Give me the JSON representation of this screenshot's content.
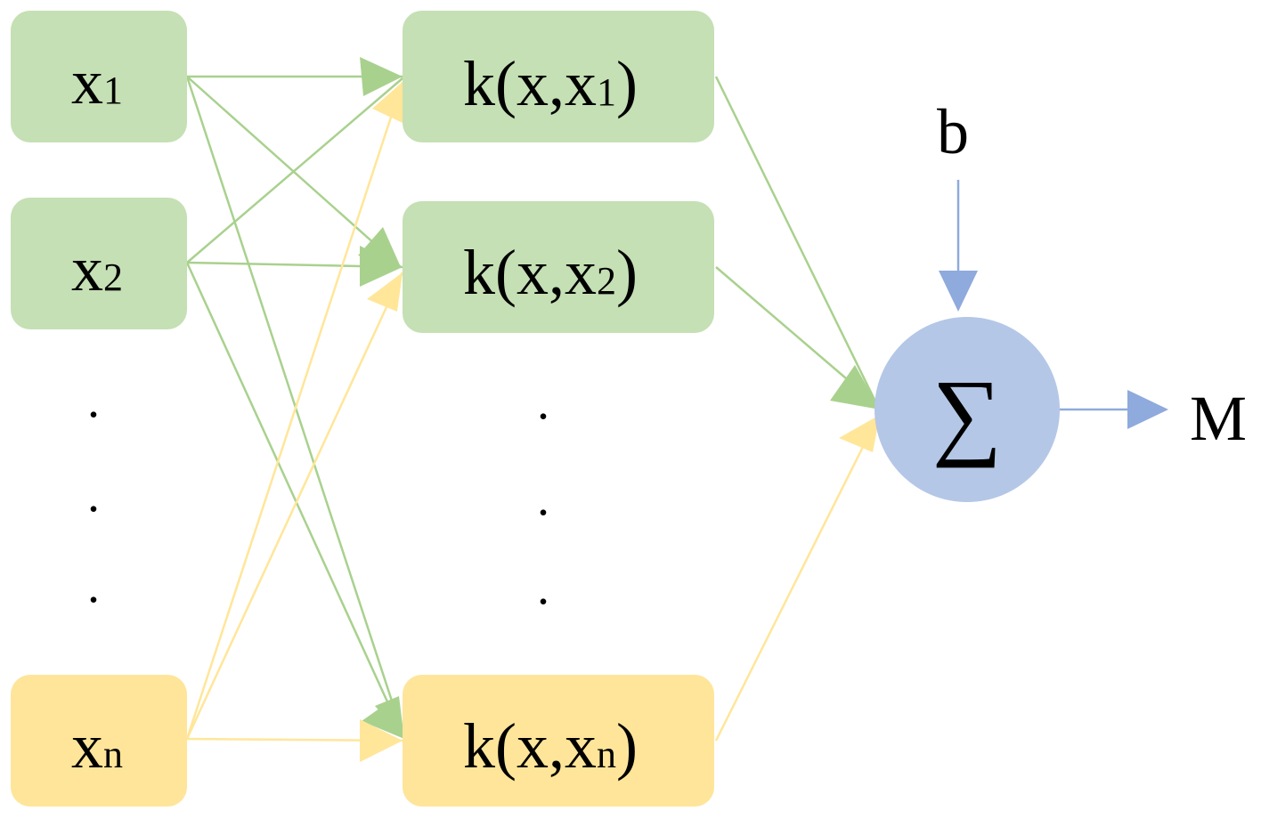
{
  "colors": {
    "green_fill": "#c5e0b4",
    "green_line": "#a9d18e",
    "yellow_fill": "#fee599",
    "yellow_line": "#ffe699",
    "blue_fill": "#b4c7e7",
    "blue_line": "#8faadc"
  },
  "inputs": [
    {
      "base": "x",
      "sub": "1"
    },
    {
      "base": "x",
      "sub": "2"
    },
    {
      "base": "x",
      "sub": "n"
    }
  ],
  "kernels": [
    {
      "prefix": "k(x,x",
      "sub": "1",
      "suffix": ")"
    },
    {
      "prefix": "k(x,x",
      "sub": "2",
      "suffix": ")"
    },
    {
      "prefix": "k(x,x",
      "sub": "n",
      "suffix": ")"
    }
  ],
  "ellipsis_dot": ".",
  "bias_label": "b",
  "sum_symbol": "∑",
  "output_label": "M"
}
